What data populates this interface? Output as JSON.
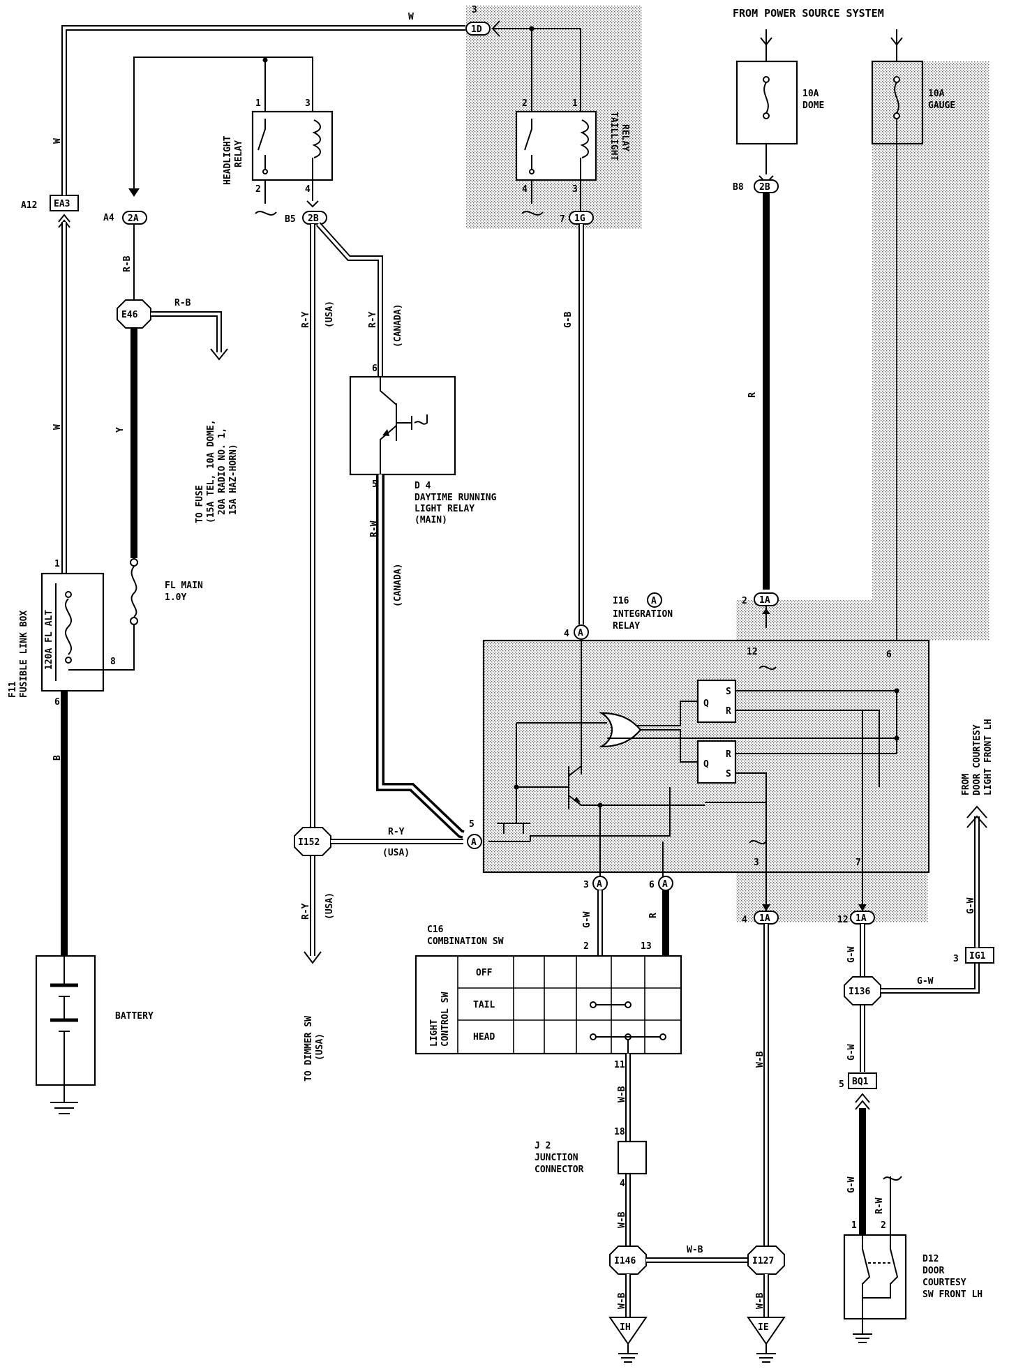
{
  "header": {
    "power_source": "FROM POWER SOURCE SYSTEM"
  },
  "wires": {
    "w": "W",
    "rb": "R-B",
    "y": "Y",
    "ry": "R-Y",
    "gb": "G-B",
    "r": "R",
    "rw": "R-W",
    "gw": "G-W",
    "wb": "W-B",
    "b": "B"
  },
  "notes": {
    "usa": "(USA)",
    "canada": "(CANADA)"
  },
  "connectors": {
    "ea3": "EA3",
    "a12": "A12",
    "a2": "2A",
    "a4": "A4",
    "b2": "2B",
    "b5": "B5",
    "d1": "1D",
    "g1": "1G",
    "b8": "B8",
    "e46": "E46",
    "i152": "I152",
    "a": "A",
    "a1": "1A",
    "i136": "I136",
    "ig1": "IG1",
    "bq1": "BQ1",
    "i146": "I146",
    "i127": "I127",
    "ih": "IH",
    "ie": "IE"
  },
  "pins": {
    "p1": "1",
    "p2": "2",
    "p3": "3",
    "p4": "4",
    "p5": "5",
    "p6": "6",
    "p7": "7",
    "p8": "8",
    "p11": "11",
    "p12": "12",
    "p13": "13",
    "p18": "18"
  },
  "fuses": {
    "dome_amp": "10A",
    "dome": "DOME",
    "gauge_amp": "10A",
    "gauge": "GAUGE",
    "fl_main": "FL MAIN",
    "fl_main_size": "1.0Y"
  },
  "components": {
    "headlight_relay_1": "HEADLIGHT",
    "headlight_relay_2": "RELAY",
    "taillight_relay_1": "TAILLIGHT",
    "taillight_relay_2": "RELAY",
    "fusible_box_id": "F11",
    "fusible_box": "FUSIBLE LINK BOX",
    "fl_alt": "120A FL ALT",
    "d4_id": "D 4",
    "d4_1": "DAYTIME RUNNING",
    "d4_2": "LIGHT RELAY",
    "d4_3": "(MAIN)",
    "i16_id": "I16",
    "i16_circle": "A",
    "i16_1": "INTEGRATION",
    "i16_2": "RELAY",
    "c16_id": "C16",
    "c16": "COMBINATION SW",
    "light_ctrl_1": "LIGHT",
    "light_ctrl_2": "CONTROL SW",
    "off": "OFF",
    "tail": "TAIL",
    "head": "HEAD",
    "j2_id": "J 2",
    "j2_1": "JUNCTION",
    "j2_2": "CONNECTOR",
    "d12_id": "D12",
    "d12_1": "DOOR",
    "d12_2": "COURTESY",
    "d12_3": "SW FRONT LH",
    "battery": "BATTERY",
    "gate_q": "Q",
    "gate_s": "S",
    "gate_r": "R"
  },
  "destinations": {
    "to_fuse_1": "TO FUSE",
    "to_fuse_2": "(15A TEL, 10A DOME,",
    "to_fuse_3": "20A RADIO NO. 1,",
    "to_fuse_4": "15A HAZ-HORN)",
    "to_dimmer_1": "TO DIMMER SW",
    "to_dimmer_2": "(USA)",
    "from_door_1": "FROM",
    "from_door_2": "DOOR COURTESY",
    "from_door_3": "LIGHT FRONT LH"
  }
}
